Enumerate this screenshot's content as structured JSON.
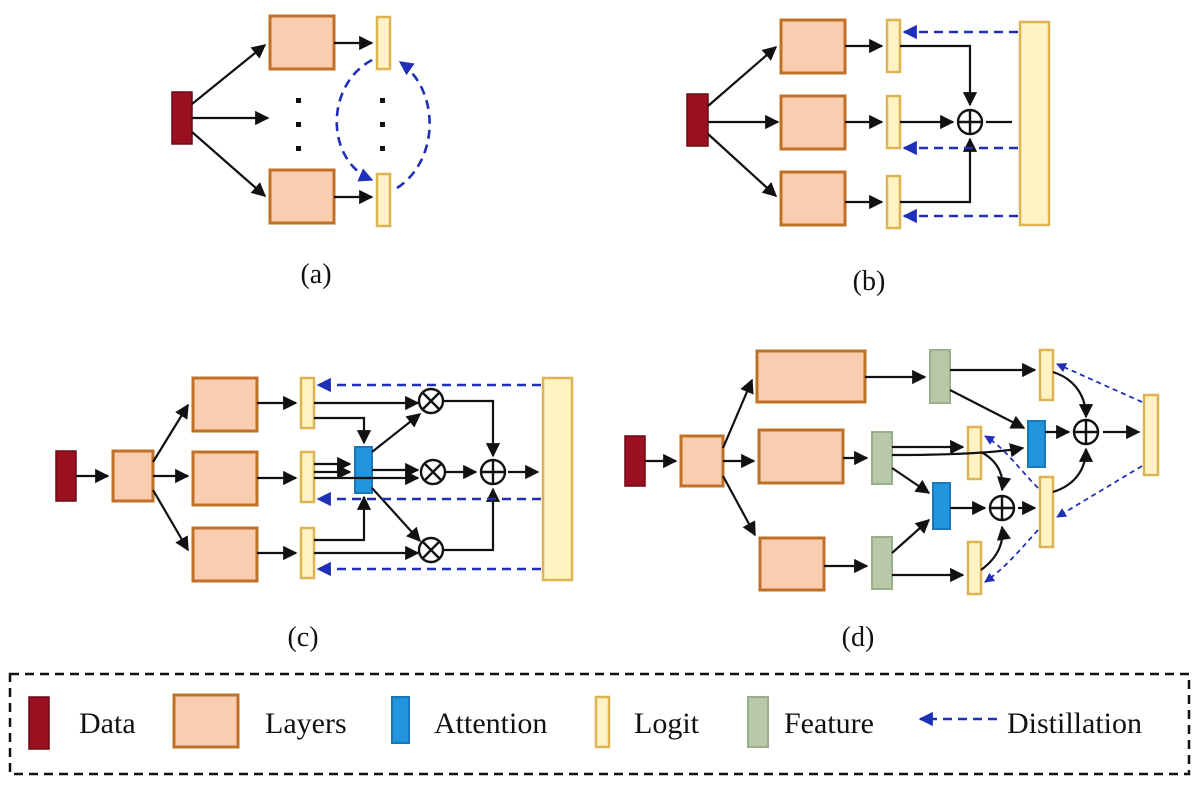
{
  "panels": {
    "a": {
      "label": "(a)"
    },
    "b": {
      "label": "(b)"
    },
    "c": {
      "label": "(c)"
    },
    "d": {
      "label": "(d)"
    }
  },
  "legend": {
    "items": [
      {
        "label": "Data",
        "icon": "data-icon",
        "color": "#9a1020"
      },
      {
        "label": "Layers",
        "icon": "layers-icon",
        "color": "#f9ceb0"
      },
      {
        "label": "Attention",
        "icon": "attention-icon",
        "color": "#2196de"
      },
      {
        "label": "Logit",
        "icon": "logit-icon",
        "color": "#fff3c6"
      },
      {
        "label": "Feature",
        "icon": "feature-icon",
        "color": "#b9c8a6"
      },
      {
        "label": "Distillation",
        "icon": "distillation-arrow-icon",
        "color": "#1f2fb8"
      }
    ]
  }
}
